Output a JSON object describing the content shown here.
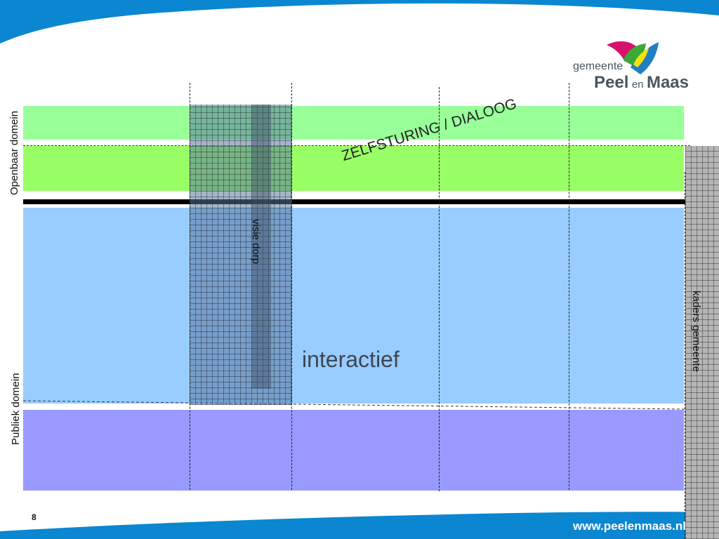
{
  "logo": {
    "top_word": "gemeente",
    "name_part1": "Peel",
    "name_part2": "en",
    "name_part3": "Maas",
    "colors": {
      "magenta": "#d6106b",
      "green": "#3aa935",
      "yellow": "#f5e10a",
      "blue": "#1e7fc3"
    }
  },
  "labels": {
    "left_top": "Openbaar domein",
    "left_bottom": "Publiek domein",
    "diagonal": "ZELFSTURING / DIALOOG",
    "interactief": "interactief",
    "visie": "visie dorp",
    "kaders": "kaders gemeente"
  },
  "bands": [
    {
      "name": "top-light-green-band",
      "color": "#99ff99"
    },
    {
      "name": "green-band",
      "color": "#99ff66"
    },
    {
      "name": "light-blue-band",
      "color": "#99ccff"
    },
    {
      "name": "purple-band",
      "color": "#9999ff"
    }
  ],
  "footer": {
    "page_number": "8",
    "url": "www.peelenmaas.nl"
  },
  "colors": {
    "frame_blue": "#0a87d0",
    "divider": "#000000",
    "hatch_column": "#6e86a4",
    "kaders_column": "#b3b3b3"
  }
}
